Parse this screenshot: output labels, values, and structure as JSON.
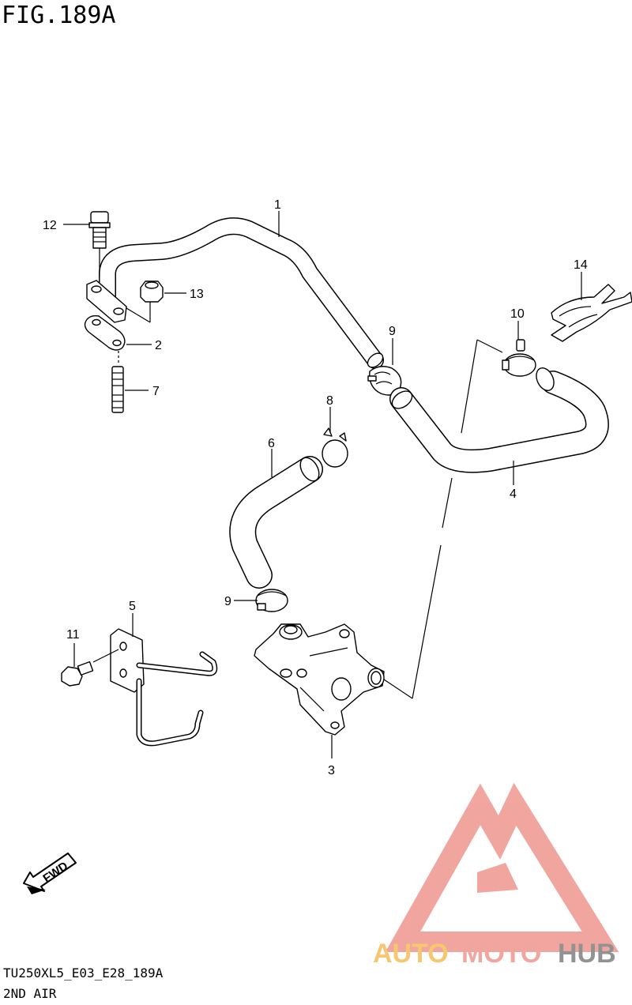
{
  "figure": {
    "title": "FIG.189A",
    "code": "TU250XL5_E03_E28_189A",
    "subtitle": "2ND AIR"
  },
  "callouts": [
    "1",
    "2",
    "3",
    "4",
    "5",
    "6",
    "7",
    "8",
    "9",
    "9",
    "10",
    "11",
    "12",
    "13",
    "14"
  ],
  "fwd_label": "FWD",
  "watermark": {
    "part1": "AUTO",
    "part2": "MOTO",
    "part3": "HUB",
    "colors": {
      "auto": "#f7c469",
      "moto": "#f0a29a",
      "hub": "#8d8d8d",
      "triangle": "#f0a29a"
    }
  }
}
